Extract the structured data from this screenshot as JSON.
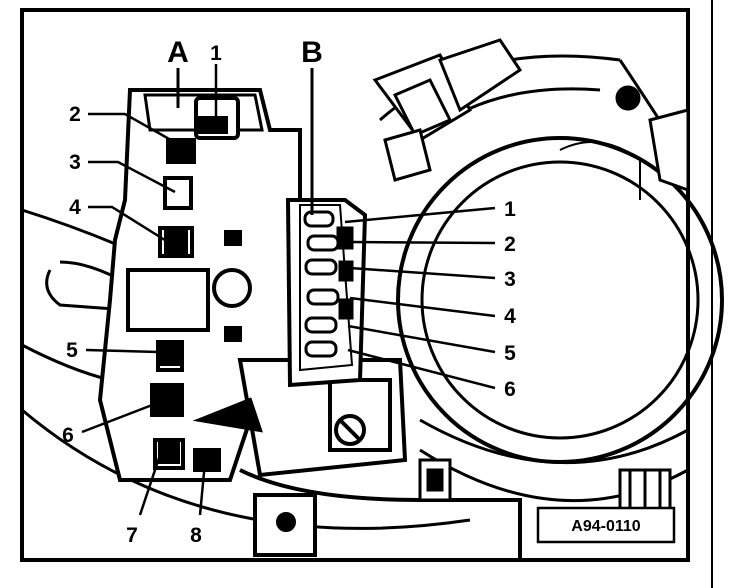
{
  "connector_a": {
    "letter": "A",
    "pins": [
      {
        "label": "1"
      },
      {
        "label": "2"
      },
      {
        "label": "3"
      },
      {
        "label": "4"
      },
      {
        "label": "5"
      },
      {
        "label": "6"
      },
      {
        "label": "7"
      },
      {
        "label": "8"
      }
    ]
  },
  "connector_b": {
    "letter": "B",
    "pins": [
      {
        "label": "1"
      },
      {
        "label": "2"
      },
      {
        "label": "3"
      },
      {
        "label": "4"
      },
      {
        "label": "5"
      },
      {
        "label": "6"
      }
    ]
  },
  "figure_ref": "A94-0110",
  "colors": {
    "ink": "#000000",
    "paper": "#ffffff",
    "shade": "#1a1a1a"
  }
}
